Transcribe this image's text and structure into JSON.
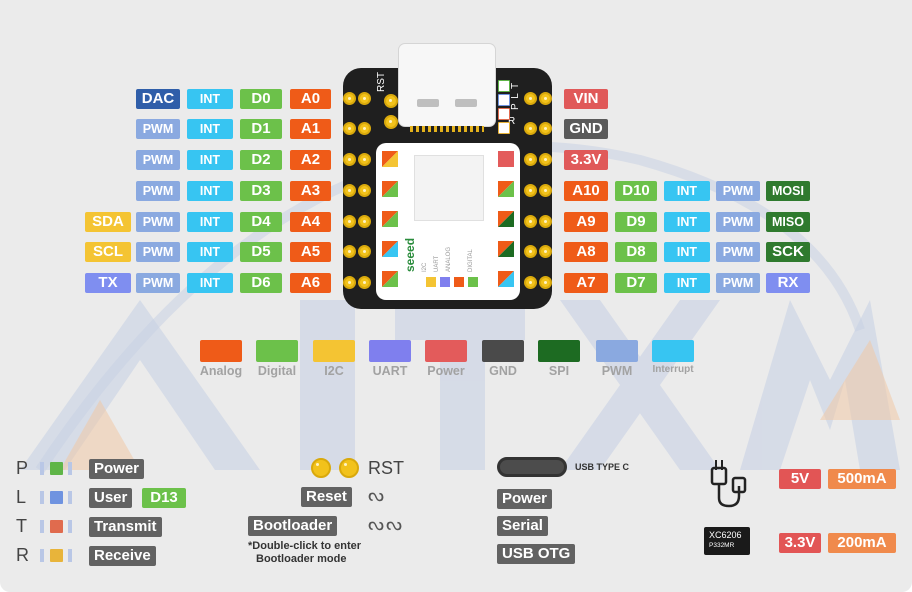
{
  "left_pins": [
    {
      "alt": "",
      "alt_color": "",
      "pwm": "DAC",
      "pwm_color": "#2f5ea9",
      "int": "INT",
      "d": "D0",
      "a": "A0"
    },
    {
      "alt": "",
      "alt_color": "",
      "pwm": "PWM",
      "pwm_color": "#8aa9e0",
      "int": "INT",
      "d": "D1",
      "a": "A1"
    },
    {
      "alt": "",
      "alt_color": "",
      "pwm": "PWM",
      "pwm_color": "#8aa9e0",
      "int": "INT",
      "d": "D2",
      "a": "A2"
    },
    {
      "alt": "",
      "alt_color": "",
      "pwm": "PWM",
      "pwm_color": "#8aa9e0",
      "int": "INT",
      "d": "D3",
      "a": "A3"
    },
    {
      "alt": "SDA",
      "alt_color": "#f4c433",
      "pwm": "PWM",
      "pwm_color": "#8aa9e0",
      "int": "INT",
      "d": "D4",
      "a": "A4"
    },
    {
      "alt": "SCL",
      "alt_color": "#f4c433",
      "pwm": "PWM",
      "pwm_color": "#8aa9e0",
      "int": "INT",
      "d": "D5",
      "a": "A5"
    },
    {
      "alt": "TX",
      "alt_color": "#7f8ef0",
      "pwm": "PWM",
      "pwm_color": "#8aa9e0",
      "int": "INT",
      "d": "D6",
      "a": "A6"
    }
  ],
  "right_power": [
    {
      "label": "VIN",
      "color": "#e05959"
    },
    {
      "label": "GND",
      "color": "#5a5a5a"
    },
    {
      "label": "3.3V",
      "color": "#e05959"
    }
  ],
  "right_pins": [
    {
      "a": "A10",
      "d": "D10",
      "int": "INT",
      "pwm": "PWM",
      "fn": "MOSI",
      "fn_color": "#2f7a2e"
    },
    {
      "a": "A9",
      "d": "D9",
      "int": "INT",
      "pwm": "PWM",
      "fn": "MISO",
      "fn_color": "#2f7a2e"
    },
    {
      "a": "A8",
      "d": "D8",
      "int": "INT",
      "pwm": "PWM",
      "fn": "SCK",
      "fn_color": "#2f7a2e"
    },
    {
      "a": "A7",
      "d": "D7",
      "int": "INT",
      "pwm": "PWM",
      "fn": "RX",
      "fn_color": "#7f8ef0"
    }
  ],
  "board": {
    "rst_label": "RST",
    "plt_label": "P L T",
    "r_label": "R",
    "brand": "seeed",
    "silk": [
      "I2C",
      "UART",
      "ANALOG",
      "DIGITAL"
    ]
  },
  "legend": [
    {
      "label": "Analog",
      "color": "#ef5b18"
    },
    {
      "label": "Digital",
      "color": "#6cc14a"
    },
    {
      "label": "I2C",
      "color": "#f4c433"
    },
    {
      "label": "UART",
      "color": "#7f7fee"
    },
    {
      "label": "Power",
      "color": "#e35b5b"
    },
    {
      "label": "GND",
      "color": "#4a4a4a"
    },
    {
      "label": "SPI",
      "color": "#1d6b22"
    },
    {
      "label": "PWM",
      "color": "#8aa9e0"
    },
    {
      "label": "Interrupt",
      "color": "#37c5f2"
    }
  ],
  "leds": [
    {
      "letter": "P",
      "label": "Power",
      "color": "#5fb548",
      "extra": ""
    },
    {
      "letter": "L",
      "label": "User",
      "color": "#6f93e0",
      "extra": "D13"
    },
    {
      "letter": "T",
      "label": "Transmit",
      "color": "#e06b4e",
      "extra": ""
    },
    {
      "letter": "R",
      "label": "Receive",
      "color": "#e8b43a",
      "extra": ""
    }
  ],
  "buttons": {
    "rst": "RST",
    "reset": "Reset",
    "bootloader": "Bootloader",
    "note_line1": "*Double-click to enter",
    "note_line2": "Bootloader mode"
  },
  "usb": {
    "title": "USB TYPE C",
    "items": [
      "Power",
      "Serial",
      "USB OTG"
    ]
  },
  "power": {
    "usb_v": "5V",
    "usb_ma": "500mA",
    "chip_top": "XC6206",
    "chip_bot": "P332MR",
    "ldo_v": "3.3V",
    "ldo_ma": "200mA",
    "v_color": "#e25555",
    "ma_color": "#f08a4c"
  }
}
